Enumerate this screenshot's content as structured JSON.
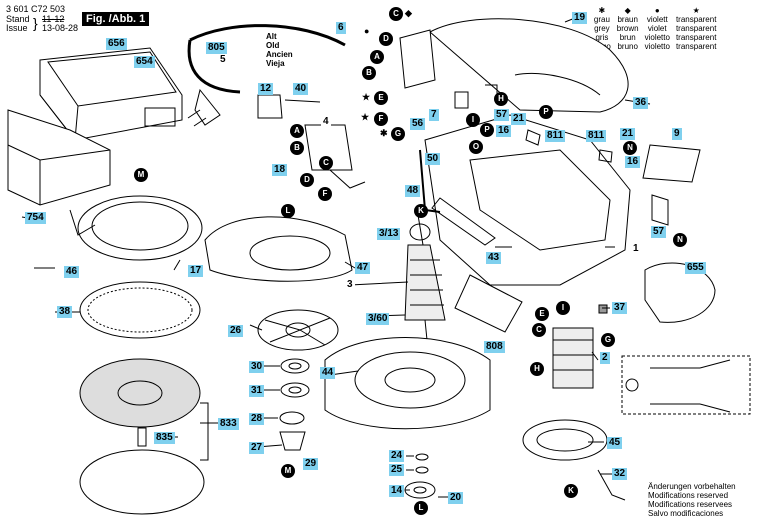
{
  "header": {
    "doc_number": "3 601 C72 503",
    "stand_label": "Stand",
    "issue_label": "Issue",
    "date_old": "11-12",
    "date_new": "13-08-28",
    "figure_title": "Fig. /Abb. 1"
  },
  "alt_labels": [
    "Alt",
    "Old",
    "Ancien",
    "Vieja"
  ],
  "legend": {
    "symbols": [
      "✱",
      "◆",
      "●",
      "★"
    ],
    "rows": [
      [
        "grau",
        "braun",
        "violett",
        "transparent"
      ],
      [
        "grey",
        "brown",
        "violet",
        "transparent"
      ],
      [
        "gris",
        "brun",
        "violetto",
        "transparent"
      ],
      [
        "grigo",
        "bruno",
        "violetto",
        "transparent"
      ]
    ]
  },
  "notes": [
    "Änderungen vorbehalten",
    "Modifications reserved",
    "Modifications reservees",
    "Salvo modificaciones"
  ],
  "part_labels": {
    "p656": "656",
    "p654": "654",
    "p805": "805",
    "p5": "5",
    "p6": "6",
    "p12": "12",
    "p40": "40",
    "p4": "4",
    "p18": "18",
    "p754": "754",
    "p46": "46",
    "p17": "17",
    "p38": "38",
    "p47": "47",
    "p3": "3",
    "p3_13": "3/13",
    "p3_60": "3/60",
    "p26": "26",
    "p30": "30",
    "p31": "31",
    "p28": "28",
    "p27": "27",
    "p29": "29",
    "p833": "833",
    "p835": "835",
    "p44": "44",
    "p24": "24",
    "p25": "25",
    "p14": "14",
    "p20": "20",
    "p19": "19",
    "p7": "7",
    "p56": "56",
    "p57a": "57",
    "p16a": "16",
    "p21a": "21",
    "p811a": "811",
    "p36": "36",
    "p50": "50",
    "p48": "48",
    "p43": "43",
    "p1": "1",
    "p9": "9",
    "p811b": "811",
    "p21b": "21",
    "p16b": "16",
    "p57b": "57",
    "p655": "655",
    "p37": "37",
    "p808": "808",
    "p2": "2",
    "p45": "45",
    "p32": "32"
  },
  "circle_labels": {
    "cC1": "C",
    "cD1": "D",
    "cA1": "A",
    "cB1": "B",
    "cE1": "E",
    "cF1": "F",
    "cG1": "G",
    "cA2": "A",
    "cB2": "B",
    "cC2": "C",
    "cD2": "D",
    "cF2": "F",
    "cM1": "M",
    "cL1": "L",
    "cK1": "K",
    "cM2": "M",
    "cL2": "L",
    "cI1": "I",
    "cH1": "H",
    "cP1": "P",
    "cP2": "P",
    "cO1": "O",
    "cN1": "N",
    "cN2": "N",
    "cE2": "E",
    "cI2": "I",
    "cC3": "C",
    "cG2": "G",
    "cH2": "H",
    "cK2": "K"
  },
  "marker_symbols": {
    "s1": "◆",
    "s2": "●",
    "s3": "★",
    "s4": "★",
    "s5": "✱"
  }
}
